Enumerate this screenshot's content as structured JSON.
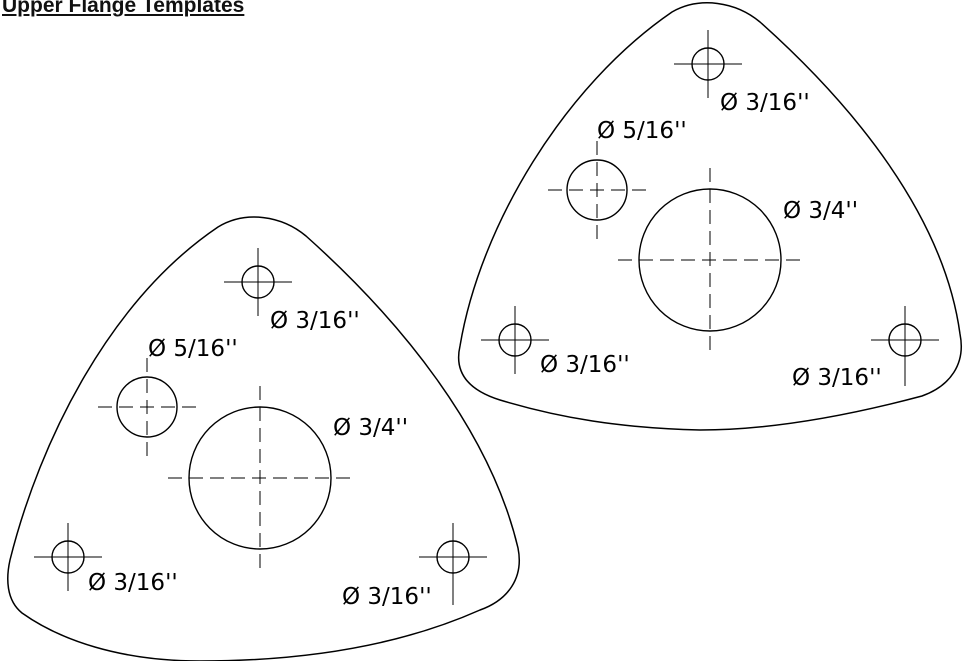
{
  "title": "Upper Flange Templates",
  "templates": [
    {
      "name": "left",
      "labels": {
        "top_hole": "Ø 3/16''",
        "side_hole": "Ø 5/16''",
        "center_hole": "Ø 3/4''",
        "bottom_left_hole": "Ø 3/16''",
        "bottom_right_hole": "Ø 3/16''"
      }
    },
    {
      "name": "right",
      "labels": {
        "top_hole": "Ø 3/16''",
        "side_hole": "Ø 5/16''",
        "center_hole": "Ø 3/4''",
        "bottom_left_hole": "Ø 3/16''",
        "bottom_right_hole": "Ø 3/16''"
      }
    }
  ]
}
